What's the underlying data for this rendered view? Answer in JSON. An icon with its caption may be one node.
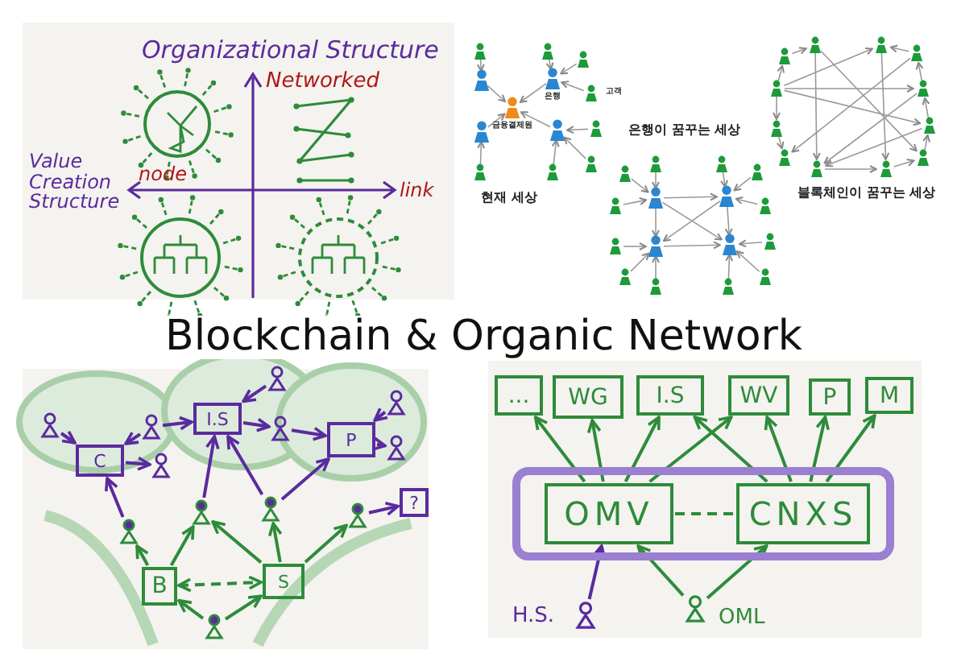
{
  "diagram": {
    "title": "Blockchain & Organic Network",
    "nodes": [
      {
        "text": [
          "C"
        ]
      },
      {
        "text": [
          "I.S"
        ]
      },
      {
        "text": [
          "P"
        ]
      },
      {
        "text": [
          "?"
        ]
      },
      {
        "text": [
          "B"
        ]
      },
      {
        "text": [
          "S"
        ]
      },
      {
        "text": [],
        "shape": "person"
      },
      {
        "text": [],
        "shape": "person"
      },
      {
        "text": [],
        "shape": "person"
      },
      {
        "text": [],
        "shape": "person"
      },
      {
        "text": [],
        "shape": "person"
      },
      {
        "text": [],
        "shape": "person"
      },
      {
        "text": [],
        "shape": "person"
      },
      {
        "text": [],
        "shape": "person"
      },
      {
        "text": [],
        "shape": "person"
      },
      {
        "text": [],
        "shape": "person"
      },
      {
        "text": [],
        "shape": "person"
      },
      {
        "text": [],
        "shape": "person"
      },
      {
        "text": [
          "..."
        ]
      },
      {
        "text": [
          "WG"
        ]
      },
      {
        "text": [
          "I.S"
        ]
      },
      {
        "text": [
          "WV"
        ]
      },
      {
        "text": [
          "P"
        ]
      },
      {
        "text": [
          "M"
        ]
      },
      {
        "text": [],
        "shape": "box"
      },
      {
        "text": [
          "OMV"
        ],
        "in": 24
      },
      {
        "text": [
          "CNXS"
        ],
        "in": 24
      },
      {
        "text": [],
        "shape": "person",
        "beside": [
          "H.S."
        ]
      },
      {
        "text": [],
        "shape": "person",
        "beside": [
          "OML"
        ]
      }
    ],
    "edges": [
      {
        "from": 6,
        "to": 0,
        "arrow": "to",
        "color": "#5b2a9e"
      },
      {
        "from": 7,
        "to": 0,
        "arrow": "to",
        "color": "#5b2a9e"
      },
      {
        "from": 0,
        "to": 8,
        "arrow": "to",
        "color": "#5b2a9e"
      },
      {
        "from": 7,
        "to": 1,
        "arrow": "to",
        "color": "#5b2a9e"
      },
      {
        "from": 9,
        "to": 1,
        "arrow": "to",
        "color": "#5b2a9e"
      },
      {
        "from": 1,
        "to": 10,
        "arrow": "to",
        "color": "#5b2a9e"
      },
      {
        "from": 10,
        "to": 2,
        "arrow": "to",
        "color": "#5b2a9e"
      },
      {
        "from": 2,
        "to": 11,
        "arrow": "to",
        "color": "#5b2a9e"
      },
      {
        "from": 12,
        "to": 2,
        "arrow": "to",
        "color": "#5b2a9e"
      },
      {
        "from": 13,
        "to": 0,
        "arrow": "to",
        "color": "#5b2a9e"
      },
      {
        "from": 14,
        "to": 1,
        "arrow": "to",
        "color": "#5b2a9e"
      },
      {
        "from": 15,
        "to": 1,
        "arrow": "to",
        "color": "#5b2a9e"
      },
      {
        "from": 15,
        "to": 2,
        "arrow": "to",
        "color": "#5b2a9e"
      },
      {
        "from": 16,
        "to": 3,
        "arrow": "to",
        "color": "#5b2a9e"
      },
      {
        "from": 4,
        "to": 13,
        "arrow": "to"
      },
      {
        "from": 4,
        "to": 14,
        "arrow": "to"
      },
      {
        "from": 5,
        "to": 14,
        "arrow": "to"
      },
      {
        "from": 5,
        "to": 15,
        "arrow": "to"
      },
      {
        "from": 5,
        "to": 16,
        "arrow": "to"
      },
      {
        "from": 4,
        "to": 5,
        "arrow": "both",
        "style": "dashed"
      },
      {
        "from": 17,
        "to": 4,
        "arrow": "to"
      },
      {
        "from": 17,
        "to": 5,
        "arrow": "to"
      },
      {
        "from": 25,
        "to": 18,
        "arrow": "to"
      },
      {
        "from": 25,
        "to": 19,
        "arrow": "to"
      },
      {
        "from": 25,
        "to": 20,
        "arrow": "to"
      },
      {
        "from": 25,
        "to": 21,
        "arrow": "to"
      },
      {
        "from": 26,
        "to": 20,
        "arrow": "to"
      },
      {
        "from": 26,
        "to": 21,
        "arrow": "to"
      },
      {
        "from": 26,
        "to": 22,
        "arrow": "to"
      },
      {
        "from": 26,
        "to": 23,
        "arrow": "to"
      },
      {
        "from": 25,
        "to": 26,
        "arrow": "none",
        "style": "dashed"
      },
      {
        "from": 27,
        "to": 25,
        "arrow": "to",
        "color": "#5b2a9e"
      },
      {
        "from": 28,
        "to": 25,
        "arrow": "to"
      },
      {
        "from": 28,
        "to": 26,
        "arrow": "to"
      }
    ],
    "labels": [
      "Organizational Structure",
      "Networked",
      "Value Creation Structure",
      "node",
      "link",
      "은행",
      "고객",
      "금융결제원",
      "현재 세상",
      "은행이 꿈꾸는 세상",
      "블록체인이 꿈꾸는 세상"
    ]
  }
}
